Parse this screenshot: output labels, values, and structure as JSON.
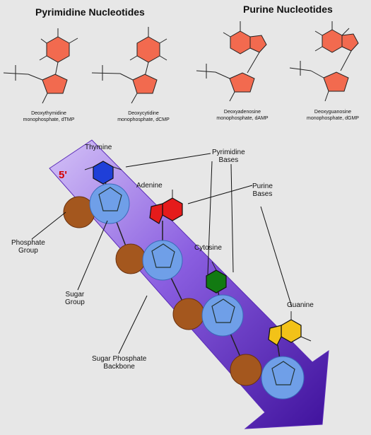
{
  "headers": {
    "pyrimidine": "Pyrimidine Nucleotides",
    "purine": "Purine Nucleotides"
  },
  "nucleotides": [
    {
      "line1": "Deoxythymidine",
      "line2": "monophosphate, dTMP"
    },
    {
      "line1": "Deoxycytidine",
      "line2": "monophosphate, dCMP"
    },
    {
      "line1": "Deoxyadenosine",
      "line2": "monophosphate, dAMP"
    },
    {
      "line1": "Deoxyguanosine",
      "line2": "monophosphate, dGMP"
    }
  ],
  "labels": {
    "five_prime": "5'",
    "thymine": "Thymine",
    "adenine": "Adenine",
    "cytosine": "Cytosine",
    "guanine": "Guanine",
    "pyrimidine_bases_1": "Pyrimidine",
    "pyrimidine_bases_2": "Bases",
    "purine_bases_1": "Purine",
    "purine_bases_2": "Bases",
    "phosphate_group_1": "Phosphate",
    "phosphate_group_2": "Group",
    "sugar_group_1": "Sugar",
    "sugar_group_2": "Group",
    "backbone_1": "Sugar Phosphate",
    "backbone_2": "Backbone"
  },
  "colors": {
    "background": "#e7e7e7",
    "arrow_light": "#c9b3f5",
    "arrow_dark": "#4a1aa8",
    "sugar_red": "#f26a4f",
    "phosphate_brown": "#a4571e",
    "sugar_blue": "#6f9fe8",
    "thymine_blue": "#1f3fd8",
    "adenine_red": "#e51b1b",
    "cytosine_green": "#127a12",
    "guanine_yellow": "#f2c218",
    "five_prime_red": "#d40000"
  }
}
